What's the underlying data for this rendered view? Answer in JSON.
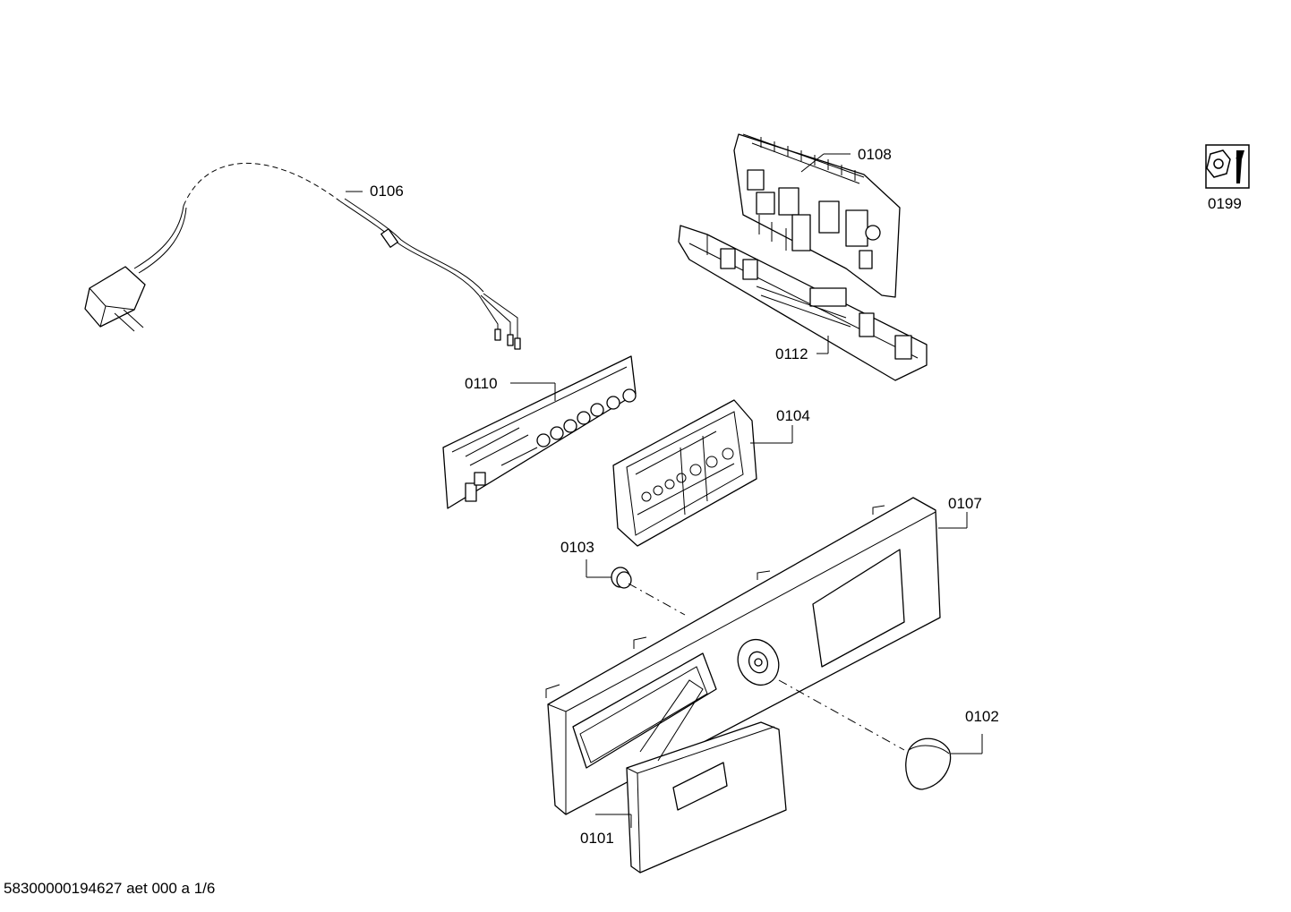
{
  "labels": {
    "p0106": "0106",
    "p0108": "0108",
    "p0199": "0199",
    "p0112": "0112",
    "p0110": "0110",
    "p0104": "0104",
    "p0107": "0107",
    "p0103": "0103",
    "p0102": "0102",
    "p0101": "0101"
  },
  "icons": {
    "service": "wrench-nut-icon"
  },
  "footer": {
    "code": "58300000194627 aet 000 a 1/6"
  }
}
